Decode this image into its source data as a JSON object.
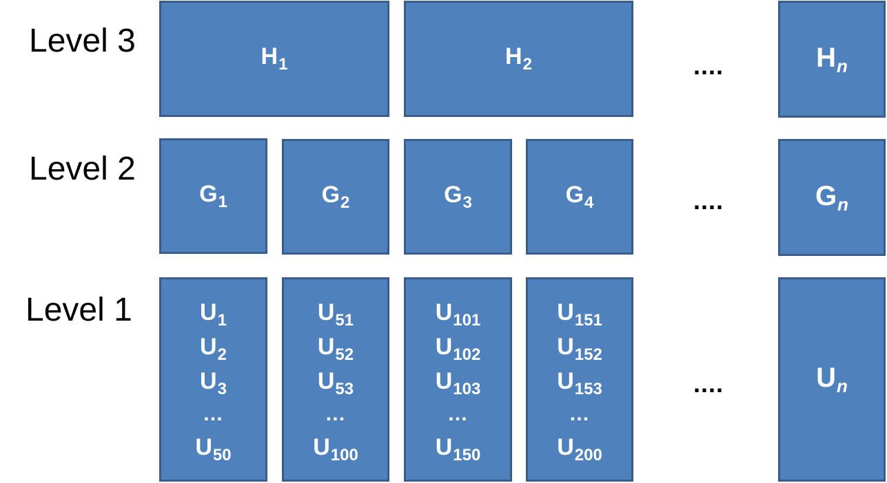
{
  "levels": {
    "level3": "Level 3",
    "level2": "Level 2",
    "level1": "Level 1"
  },
  "level3_boxes": [
    {
      "letter": "H",
      "sub": "1"
    },
    {
      "letter": "H",
      "sub": "2"
    },
    {
      "letter": "H",
      "sub": "n"
    }
  ],
  "level2_boxes": [
    {
      "letter": "G",
      "sub": "1"
    },
    {
      "letter": "G",
      "sub": "2"
    },
    {
      "letter": "G",
      "sub": "3"
    },
    {
      "letter": "G",
      "sub": "4"
    },
    {
      "letter": "G",
      "sub": "n"
    }
  ],
  "level1_boxes": [
    {
      "items": [
        {
          "letter": "U",
          "sub": "1"
        },
        {
          "letter": "U",
          "sub": "2"
        },
        {
          "letter": "U",
          "sub": "3"
        }
      ],
      "ellipsis": "…",
      "last": {
        "letter": "U",
        "sub": "50"
      }
    },
    {
      "items": [
        {
          "letter": "U",
          "sub": "51"
        },
        {
          "letter": "U",
          "sub": "52"
        },
        {
          "letter": "U",
          "sub": "53"
        }
      ],
      "ellipsis": "…",
      "last": {
        "letter": "U",
        "sub": "100"
      }
    },
    {
      "items": [
        {
          "letter": "U",
          "sub": "101"
        },
        {
          "letter": "U",
          "sub": "102"
        },
        {
          "letter": "U",
          "sub": "103"
        }
      ],
      "ellipsis": "…",
      "last": {
        "letter": "U",
        "sub": "150"
      }
    },
    {
      "items": [
        {
          "letter": "U",
          "sub": "151"
        },
        {
          "letter": "U",
          "sub": "152"
        },
        {
          "letter": "U",
          "sub": "153"
        }
      ],
      "ellipsis": "…",
      "last": {
        "letter": "U",
        "sub": "200"
      }
    },
    {
      "letter": "U",
      "sub": "n"
    }
  ],
  "dots": "....",
  "colors": {
    "box_fill": "#4f81bd",
    "box_border": "#385d8a",
    "box_text": "#ffffff",
    "label_text": "#000000"
  }
}
